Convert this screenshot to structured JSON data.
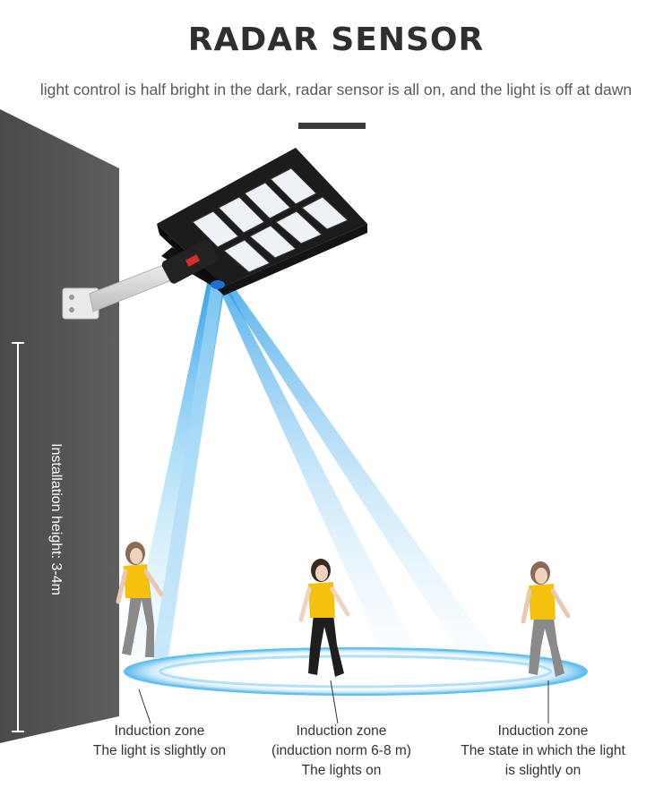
{
  "header": {
    "title": "RADAR SENSOR",
    "subtitle": "light control is half bright in the dark, radar sensor is all on, and the light is off at dawn"
  },
  "installation_height_label": "Installation height: 3-4m",
  "zones": [
    {
      "line1": "Induction zone",
      "line2": "The light is slightly on",
      "line3": ""
    },
    {
      "line1": "Induction zone",
      "line2": "(induction norm 6-8 m)",
      "line3": "The lights on"
    },
    {
      "line1": "Induction zone",
      "line2": "The state in which the light",
      "line3": "is slightly on"
    }
  ],
  "colors": {
    "wall": "#555555",
    "beam": "#4fb4ee",
    "ring": "#5cc0f0",
    "shirt": "#f4c20d",
    "trousers_bright": "#1e1e1e",
    "trousers_dim": "#8a8a8a",
    "lamp_body": "#1c1c1c",
    "led_panel": "#eef2f6"
  }
}
